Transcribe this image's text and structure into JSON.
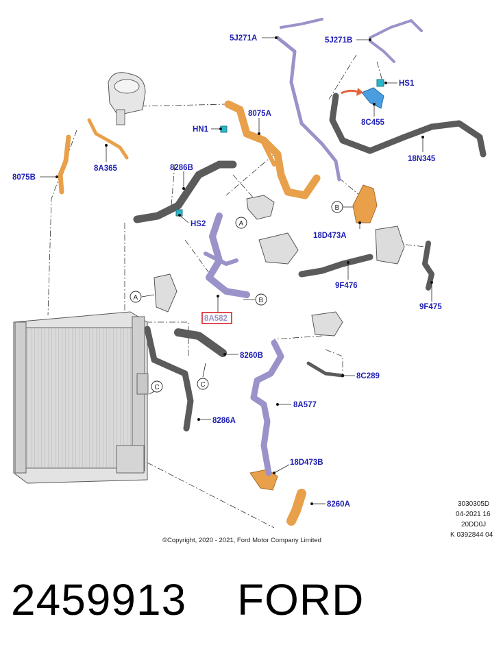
{
  "callouts": {
    "c_5J271A": "5J271A",
    "c_5J271B": "5J271B",
    "c_HS1": "HS1",
    "c_8075A": "8075A",
    "c_HN1": "HN1",
    "c_8C455": "8C455",
    "c_18N345": "18N345",
    "c_8075B": "8075B",
    "c_8A365": "8A365",
    "c_8286B": "8286B",
    "c_HS2": "HS2",
    "c_18D473A": "18D473A",
    "c_9F476": "9F476",
    "c_9F475": "9F475",
    "c_8A582": "8A582",
    "c_8260B": "8260B",
    "c_8C289": "8C289",
    "c_8A577": "8A577",
    "c_8286A": "8286A",
    "c_18D473B": "18D473B",
    "c_8260A": "8260A"
  },
  "connectors": {
    "A": "A",
    "B": "B",
    "C": "C"
  },
  "colors": {
    "callout_text": "#1e1fb4",
    "highlight_box": "#d6202a",
    "hose_orange": "#e8a04a",
    "hose_purple": "#9a93c9",
    "hose_dark": "#5b5b5b",
    "sensor_cyan": "#2bb7c9",
    "part_blue": "#4a9ee0",
    "arrow_red": "#e8603a"
  },
  "meta": {
    "line1": "3030305D",
    "line2": "04-2021 16",
    "line3": "20DD0J",
    "line4": "K 0392844 04"
  },
  "copyright": "©Copyright, 2020 - 2021, Ford Motor Company Limited",
  "caption": {
    "part_number": "2459913",
    "brand": "FORD"
  }
}
